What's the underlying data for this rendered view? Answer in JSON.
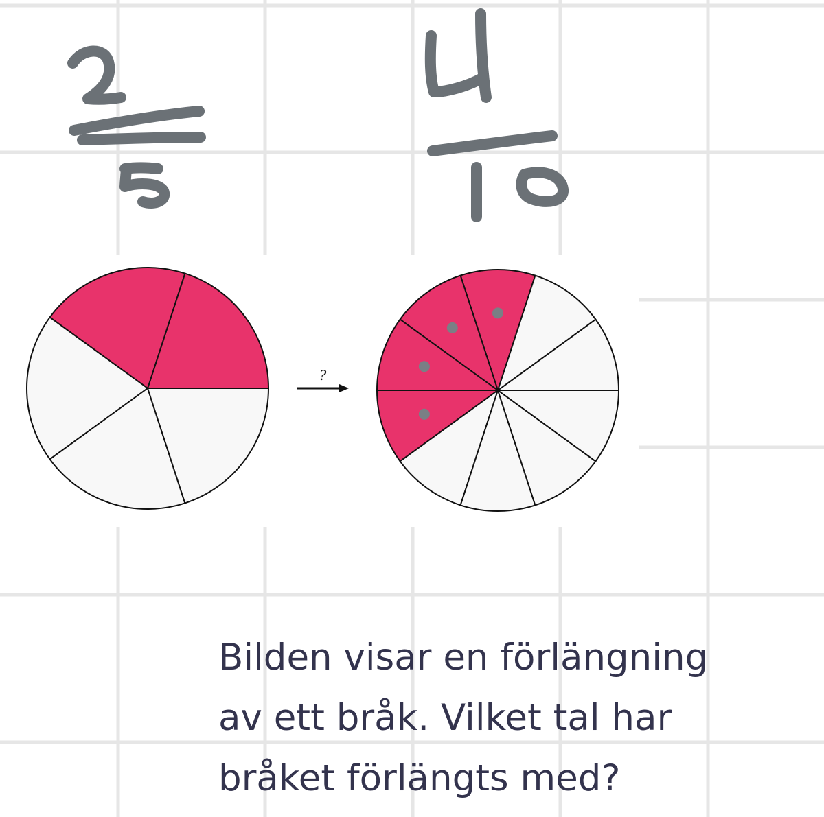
{
  "handwritten": {
    "first_fraction": {
      "numerator": "2",
      "denominator": "5"
    },
    "second_fraction": {
      "numerator": "4",
      "denominator": "10"
    },
    "ink_color": "#6b7176"
  },
  "figure": {
    "arrow_label": "?",
    "left_circle": {
      "total_slices": 5,
      "shaded_slices": 2
    },
    "right_circle": {
      "total_slices": 10,
      "shaded_slices": 4,
      "dotted_slices": 4
    },
    "shade_color": "#e8336b",
    "empty_color": "#f8f8f8",
    "dot_color": "#7a7f85"
  },
  "question": {
    "line1": "Bilden visar en förlängning",
    "line2": "av ett bråk. Vilket tal har",
    "line3": "bråket förlängts med?"
  },
  "colors": {
    "grid": "#e6e6e6",
    "text": "#33334d"
  }
}
